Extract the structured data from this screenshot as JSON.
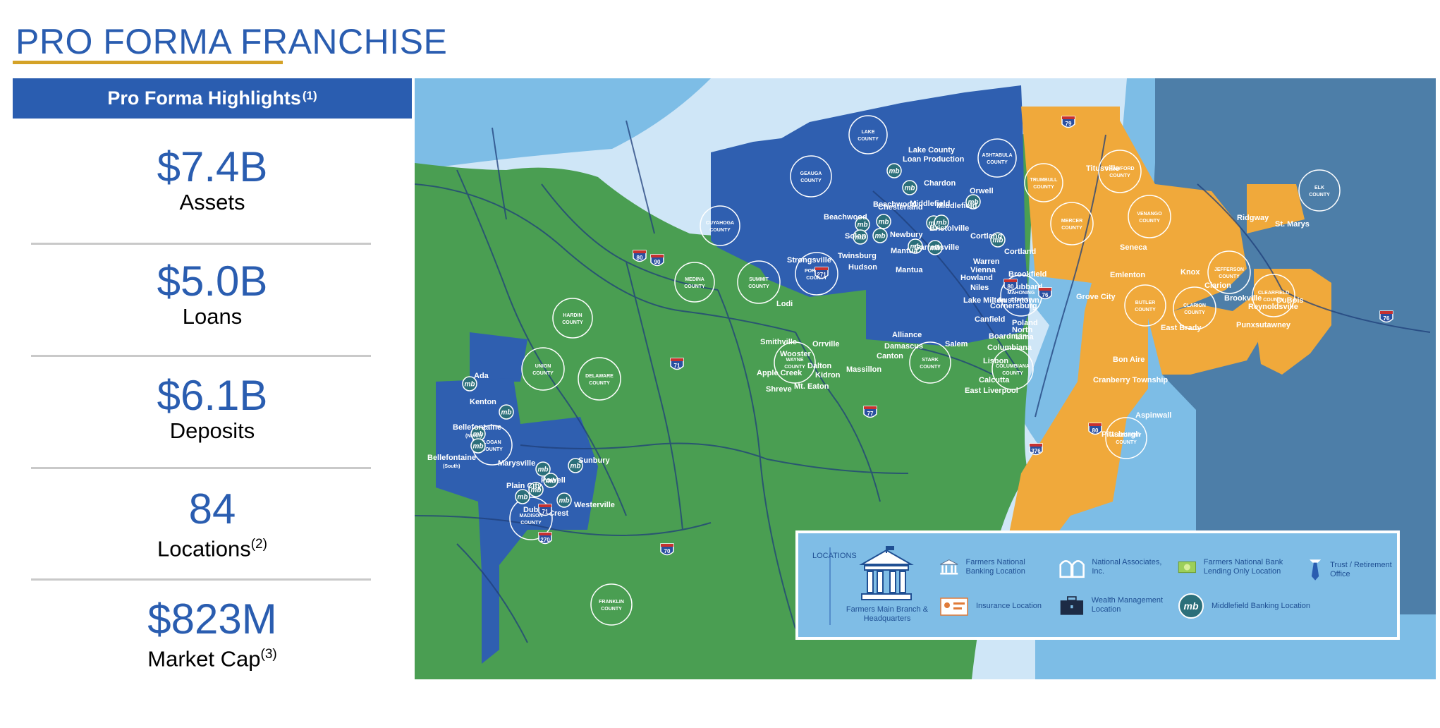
{
  "page": {
    "title": "PRO FORMA FRANCHISE"
  },
  "highlights": {
    "header": "Pro Forma Highlights",
    "header_note": "(1)",
    "metrics": [
      {
        "value": "$7.4B",
        "label": "Assets",
        "note": ""
      },
      {
        "value": "$5.0B",
        "label": "Loans",
        "note": ""
      },
      {
        "value": "$6.1B",
        "label": "Deposits",
        "note": ""
      },
      {
        "value": "84",
        "label": "Locations",
        "note": "(2)"
      },
      {
        "value": "$823M",
        "label": "Market Cap",
        "note": "(3)"
      }
    ]
  },
  "colors": {
    "title": "#2a5db0",
    "accent_rule": "#d4a227",
    "header_bg": "#2a5db0",
    "water": "#cfe6f7",
    "land_green": "#4a9e52",
    "region_blue": "#2f5fb0",
    "region_orange": "#f0a93b",
    "region_slate": "#4d7ea8"
  },
  "map": {
    "counties": [
      "LAKE COUNTY",
      "GEAUGA COUNTY",
      "ASHTABULA COUNTY",
      "TRUMBULL COUNTY",
      "CRAWFORD COUNTY",
      "VENANGO COUNTY",
      "MERCER COUNTY",
      "ELK COUNTY",
      "CUYAHOGA COUNTY",
      "MEDINA COUNTY",
      "SUMMIT COUNTY",
      "PORTAGE COUNTY",
      "MAHONING COUNTY",
      "BUTLER COUNTY",
      "CLARION COUNTY",
      "JEFFERSON COUNTY",
      "CLEARFIELD COUNTY",
      "HARDIN COUNTY",
      "UNION COUNTY",
      "DELAWARE COUNTY",
      "LOGAN COUNTY",
      "MADISON COUNTY",
      "FRANKLIN COUNTY",
      "WAYNE COUNTY",
      "STARK COUNTY",
      "COLUMBIANA COUNTY",
      "ALLEGHENY COUNTY"
    ],
    "towns": [
      "Lake County",
      "Loan Production",
      "Chardon",
      "Orwell",
      "Middlefield",
      "Middlefield",
      "Chesterland",
      "Beachwood",
      "Beachwood",
      "Newbury",
      "Bristolville",
      "Solon",
      "Cortland",
      "Garrettsville",
      "Warren",
      "Cortland",
      "Strongsville",
      "Twinsburg",
      "Hudson",
      "Mantua",
      "Mantua",
      "Vienna",
      "Howland",
      "Brookfield",
      "Niles",
      "Hubbard",
      "Lodi",
      "Lake Milton",
      "Austintown",
      "Cornersburg",
      "Canfield",
      "Poland",
      "North",
      "Lima",
      "Boardman",
      "Alliance",
      "Damascus",
      "Salem",
      "Columbiana",
      "Smithville",
      "Orrville",
      "Wooster",
      "Canton",
      "Lisbon",
      "Dalton",
      "Massillon",
      "Apple Creek",
      "Kidron",
      "Calcutta",
      "Shreve",
      "Mt. Eaton",
      "East Liverpool",
      "Ada",
      "Kenton",
      "Bellefontaine",
      "(North)",
      "Bellefontaine",
      "(South)",
      "Marysville",
      "Sunbury",
      "Plain City",
      "Powell",
      "Westerville",
      "Dublin",
      "Crest",
      "Titusville",
      "Seneca",
      "Ridgway",
      "St. Marys",
      "Emlenton",
      "Knox",
      "Clarion",
      "Brookville",
      "Reynoldsville",
      "DuBois",
      "Grove City",
      "East Brady",
      "Punxsutawney",
      "Bon Aire",
      "Cranberry Township",
      "Aspinwall",
      "Pittsburgh"
    ],
    "highways": [
      "79",
      "80",
      "90",
      "271",
      "80",
      "76",
      "71",
      "77",
      "71",
      "270",
      "70",
      "376",
      "80",
      "76"
    ],
    "legend": {
      "title": "LOCATIONS",
      "hq": "Farmers Main Branch & Headquarters",
      "items": [
        "Farmers National Banking Location",
        "National Associates, Inc.",
        "Farmers National Bank Lending Only Location",
        "Trust / Retirement Office",
        "Insurance Location",
        "Wealth Management Location",
        "Middlefield Banking Location"
      ]
    },
    "mb_marker": "mb"
  }
}
